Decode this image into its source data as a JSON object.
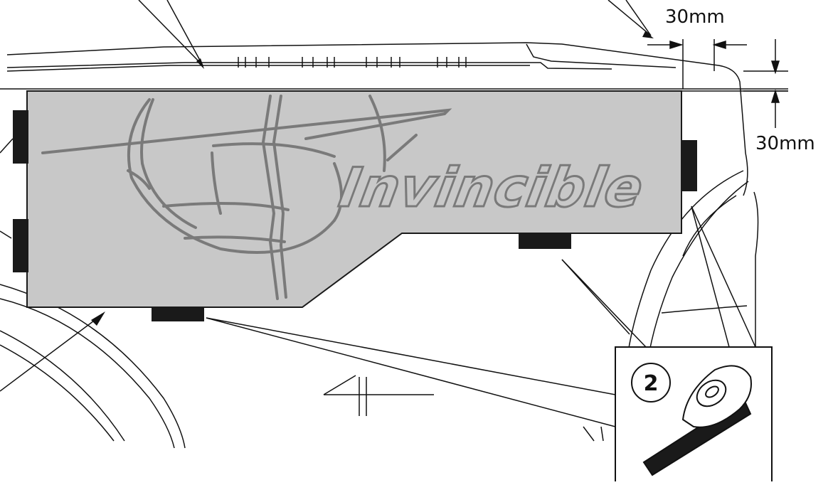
{
  "diagram": {
    "dimension_top": "30mm",
    "dimension_side": "30mm",
    "logo_wordmark": "Invincible",
    "step_number": "2"
  },
  "colors": {
    "decal_fill": "#c8c8c8",
    "decal_outline": "#1a1a1a",
    "logo_stroke": "#7a7a7a",
    "tape_fill": "#1a1a1a",
    "line": "#111111"
  }
}
